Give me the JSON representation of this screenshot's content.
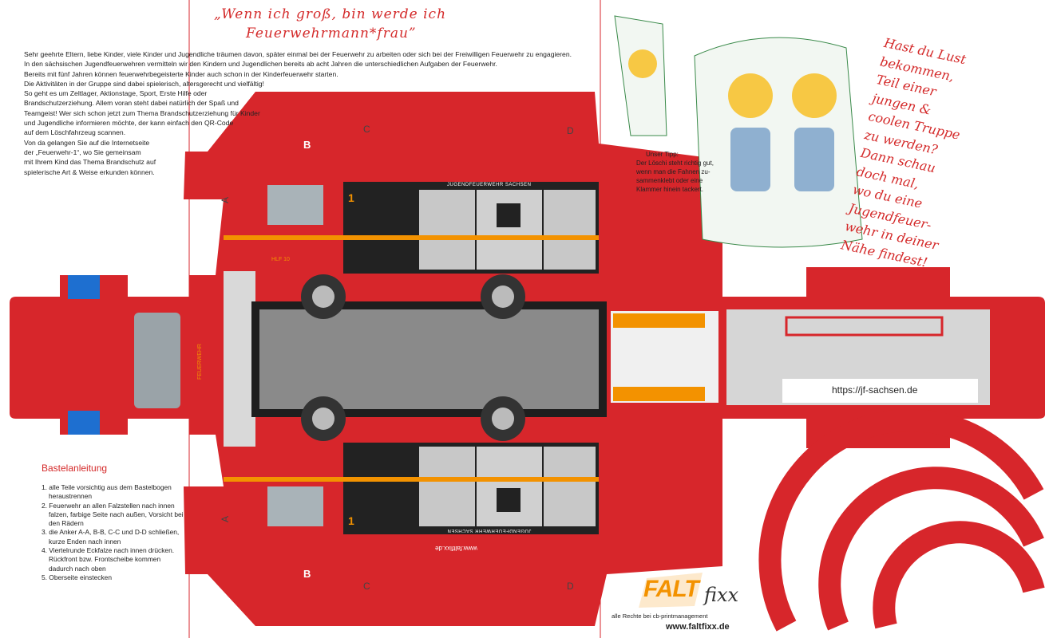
{
  "title": [
    "„Wenn ich groß, bin werde ich",
    "Feuerwehrmann*frau”"
  ],
  "intro": [
    "Sehr geehrte Eltern, liebe Kinder, viele Kinder und Jugendliche träumen davon, später einmal bei der Feuerwehr zu arbeiten oder sich bei der Freiwilligen Feuerwehr zu engagieren.",
    "In den sächsischen Jugendfeuerwehren vermitteln wir den Kindern und Jugendlichen bereits ab acht Jahren die unterschiedlichen Aufgaben der Feuerwehr.",
    "Bereits mit fünf Jahren können feuerwehrbegeisterte Kinder auch schon in der Kinderfeuerwehr starten.",
    "Die Aktivitäten in der Gruppe sind dabei spielerisch, altersgerecht und vielfältig!",
    "So geht es um Zeltlager, Aktionstage, Sport, Erste Hilfe oder",
    "Brandschutzerziehung. Allem voran steht dabei natürlich der Spaß und",
    "Teamgeist! Wer sich schon jetzt zum Thema Brandschutzerziehung für Kinder",
    "und Jugendliche informieren möchte, der kann einfach den QR-Code",
    "auf dem Löschfahrzeug scannen.",
    "Von da gelangen Sie auf die Internetseite",
    "der „Feuerwehr-1“, wo Sie gemeinsam",
    "mit Ihrem Kind das Thema Brandschutz auf",
    "spielerische Art & Weise erkunden können."
  ],
  "slogan": [
    "Hast du Lust",
    "bekommen,",
    "Teil einer",
    "jungen &",
    "coolen Truppe",
    "zu werden?",
    "Dann schau",
    "doch mal,",
    "wo du eine",
    "Jugendfeuer-",
    "wehr in deiner",
    "Nähe findest!"
  ],
  "tipp": {
    "heading": "Unser Tipp:",
    "lines": [
      "Der Löschi steht richtig gut,",
      "wenn man die Fahnen zu-",
      "sammenklebt oder eine",
      "Klammer hinein tackert."
    ]
  },
  "instructions": {
    "heading": "Bastelanleitung",
    "steps": [
      "1. alle Teile vorsichtig aus dem Bastelbogen heraustrennen",
      "2. Feuerwehr an allen Falzstellen nach innen falzen, farbige Seite nach außen, Vorsicht bei den Rädern",
      "3. die Anker A-A, B-B, C-C und D-D schließen, kurze Enden nach innen",
      "4. Viertelrunde Eckfalze nach innen drücken. Rückfront bzw. Frontscheibe kommen dadurch nach oben",
      "5. Oberseite einstecken"
    ]
  },
  "labels": {
    "a": "A",
    "b": "B",
    "c": "C",
    "d": "D",
    "one": "1",
    "hlf": "HLF 10",
    "jfs": "JUGENDFEUERWEHR SACHSEN",
    "feuerwehr": "FEUERWEHR",
    "www_mirror": "www.faltfixx.de"
  },
  "url": "https://jf-sachsen.de",
  "footer": {
    "falt": "FALT",
    "fixx": "fixx",
    "rights": "alle Rechte bei cb-printmanagement",
    "www": "www.faltfixx.de"
  },
  "colors": {
    "red": "#d7262b",
    "orange": "#f39200",
    "gray": "#8a8a8a",
    "silver": "#d6d6d6",
    "blue": "#1e6fd0"
  }
}
